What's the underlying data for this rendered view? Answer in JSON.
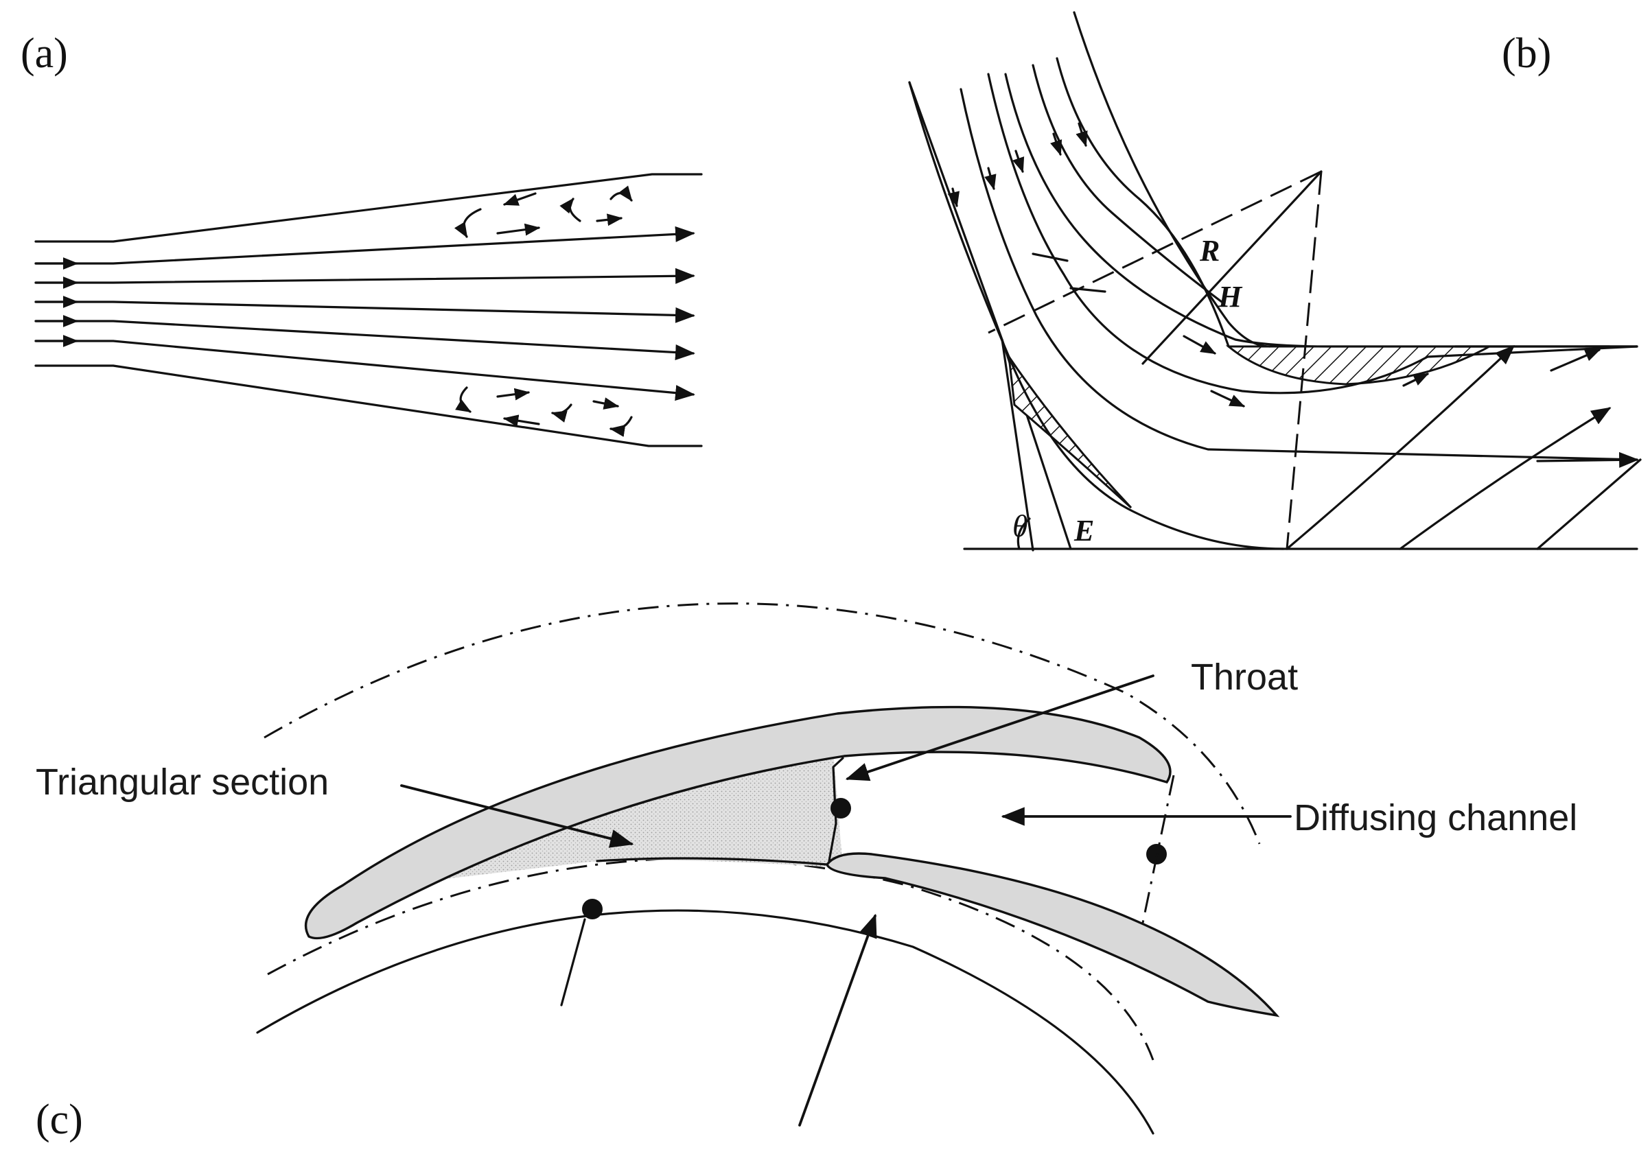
{
  "panels": {
    "a": {
      "label": "(a)"
    },
    "b": {
      "label": "(b)",
      "symbols": {
        "R": "R",
        "H": "H",
        "theta": "θ",
        "E": "E"
      }
    },
    "c": {
      "label": "(c)",
      "callouts": {
        "throat": "Throat",
        "triangular_section": "Triangular section",
        "diffusing_channel": "Diffusing channel"
      }
    }
  }
}
